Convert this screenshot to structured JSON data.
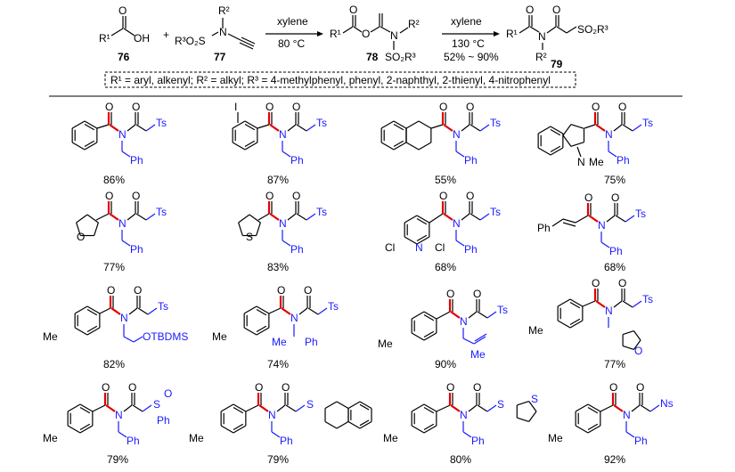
{
  "scheme": {
    "reagent_76_label": "76",
    "reagent_77_label": "77",
    "intermediate_78_label": "78",
    "product_79_label": "79",
    "plus": "+",
    "step1_solvent": "xylene",
    "step1_temp": "80 °C",
    "step2_solvent": "xylene",
    "step2_temp": "130 °C",
    "step2_yield": "52% ~ 90%",
    "r_group_note": "R¹ = aryl, alkenyl; R² = alkyl; R³ = 4-methylphenyl, phenyl, 2-naphthyl, 2-thienyl, 4-nitrophenyl"
  },
  "atoms": {
    "R1": "R¹",
    "R2": "R²",
    "R3O2S": "R³O₂S",
    "SO2R3": "SO₂R³",
    "OH": "OH",
    "O": "O",
    "N": "N",
    "S": "S",
    "Ts": "Ts",
    "Ns": "Ns",
    "Ph": "Ph",
    "Me": "Me",
    "I": "I",
    "Cl": "Cl",
    "OTBDMS": "OTBDMS"
  },
  "products": [
    {
      "yield": "86%"
    },
    {
      "yield": "87%"
    },
    {
      "yield": "55%"
    },
    {
      "yield": "75%"
    },
    {
      "yield": "77%"
    },
    {
      "yield": "83%"
    },
    {
      "yield": "68%"
    },
    {
      "yield": "68%"
    },
    {
      "yield": "82%"
    },
    {
      "yield": "74%"
    },
    {
      "yield": "90%"
    },
    {
      "yield": "77%"
    },
    {
      "yield": "79%"
    },
    {
      "yield": "79%"
    },
    {
      "yield": "80%"
    },
    {
      "yield": "92%"
    }
  ]
}
